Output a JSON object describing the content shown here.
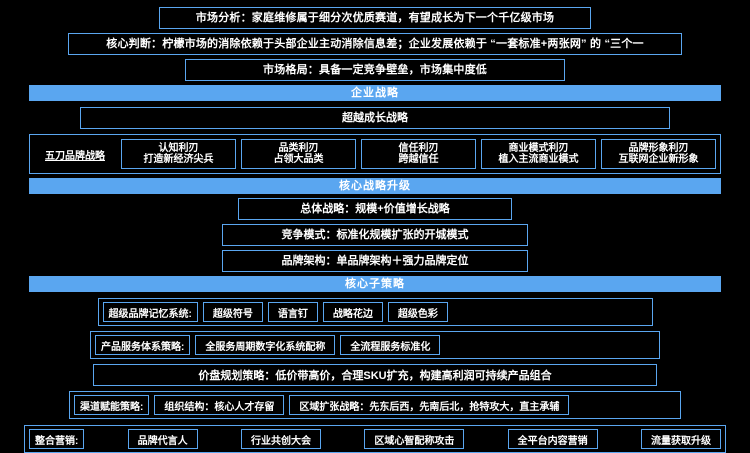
{
  "theme": {
    "background": "#000000",
    "accent": "#5aa6f0",
    "text": "#ffffff"
  },
  "top_statements": [
    {
      "text": "市场分析：家庭维修属于细分次优质赛道，有望成长为下一个千亿级市场"
    },
    {
      "text": "核心判断：柠檬市场的消除依赖于头部企业主动消除信息差；企业发展依赖于 “一套标准+两张网” 的 “三个一"
    },
    {
      "text": "市场格局：具备一定竞争壁垒，市场集中度低"
    }
  ],
  "sections": [
    {
      "band": "企业战略",
      "headline": "超越成长战略",
      "lead_label": "五刀品牌战略",
      "cards": [
        {
          "title": "认知利刃",
          "subtitle": "打造新经济尖兵"
        },
        {
          "title": "品类利刃",
          "subtitle": "占领大品类"
        },
        {
          "title": "信任利刃",
          "subtitle": "跨越信任"
        },
        {
          "title": "商业模式利刃",
          "subtitle": "植入主流商业模式"
        },
        {
          "title": "品牌形象利刃",
          "subtitle": "互联网企业新形象"
        }
      ]
    },
    {
      "band": "核心战略升级",
      "rows": [
        {
          "text": "总体战略：规模+价值增长战略"
        },
        {
          "text": "竞争模式：标准化规模扩张的开城模式"
        },
        {
          "text": "品牌架构：单品牌架构＋强力品牌定位"
        }
      ]
    },
    {
      "band": "核心子策略",
      "lines": [
        {
          "label": "超级品牌记忆系统:",
          "items": [
            "超级符号",
            "语言钉",
            "战略花边",
            "超级色彩"
          ]
        },
        {
          "label": "产品服务体系策略:",
          "items": [
            "全服务周期数字化系统配称",
            "全流程服务标准化"
          ]
        },
        {
          "full": "价盘规划策略：低价带高价，合理SKU扩充，构建高利润可持续产品组合"
        },
        {
          "label": "渠道赋能策略:",
          "items": [
            "组织结构：核心人才存留",
            "区域扩张战略：先东后西，先南后北，抢特攻大，直主承辅"
          ]
        },
        {
          "label": "整合营销:",
          "items": [
            "品牌代言人",
            "行业共创大会",
            "区域心智配称攻击",
            "全平台内容营销",
            "流量获取升级"
          ]
        }
      ]
    }
  ]
}
